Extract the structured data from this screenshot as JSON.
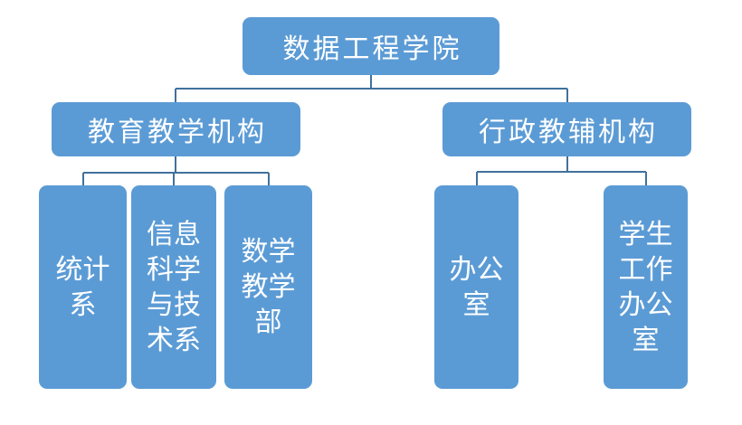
{
  "colors": {
    "node_fill": "#5B9BD5",
    "connector": "#41719C",
    "text_color": "#FFFFFF",
    "background": "#FFFFFF"
  },
  "org": {
    "root": {
      "label": "数据工程学院"
    },
    "branches": [
      {
        "label": "教育教学机构",
        "children": [
          {
            "label": "统计系"
          },
          {
            "label": "信息科学与技术系"
          },
          {
            "label": "数学教学部"
          }
        ]
      },
      {
        "label": "行政教辅机构",
        "children": [
          {
            "label": "办公室"
          },
          {
            "label": "学生工作办公室"
          }
        ]
      }
    ]
  }
}
